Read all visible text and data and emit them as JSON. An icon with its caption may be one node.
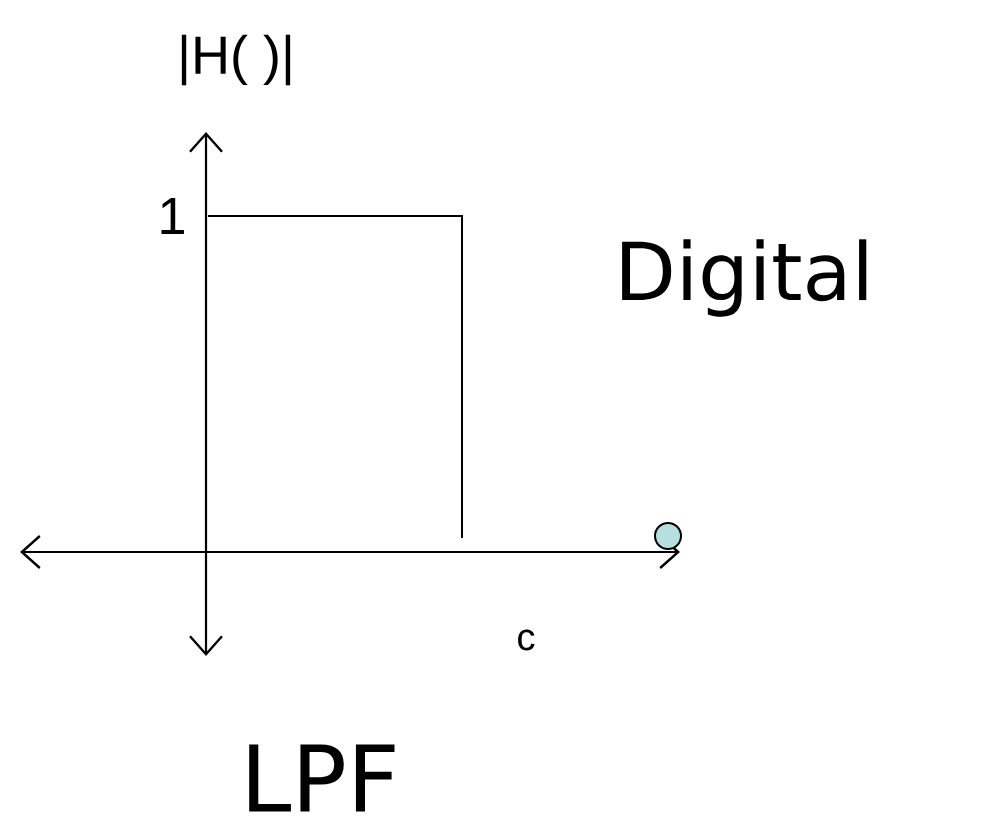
{
  "diagram": {
    "labels": [
      "|H( )|",
      "1",
      "Digital",
      "c",
      "LPF"
    ]
  }
}
